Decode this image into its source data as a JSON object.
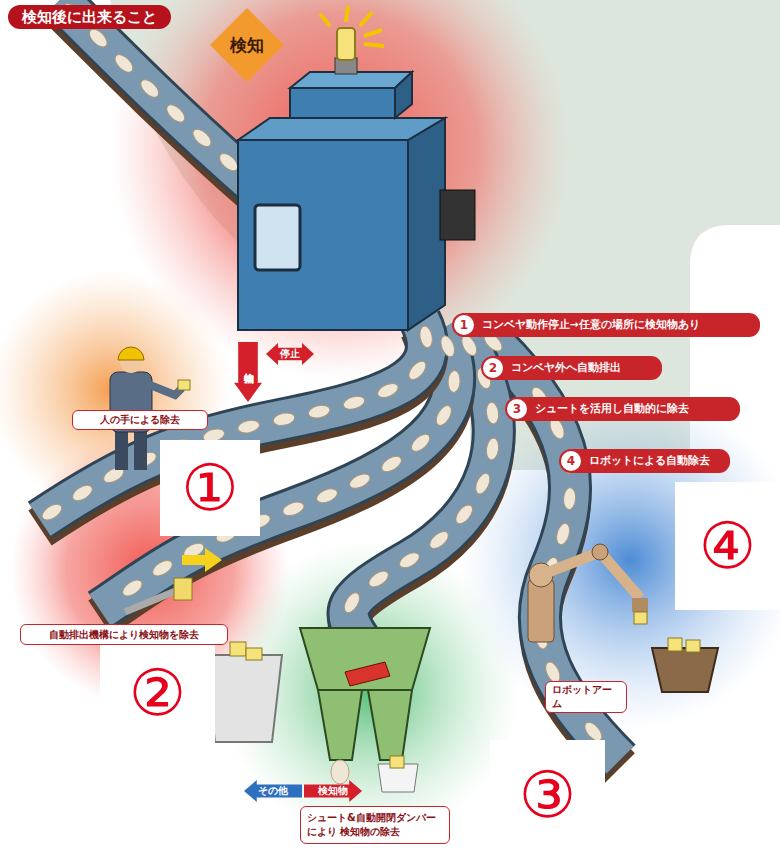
{
  "diagram": {
    "title": "検知後に出来ること",
    "nodes": [
      {
        "text": [
          "検知"
        ]
      },
      {
        "text": [
          "1",
          "コンベヤ動作停止→任意の場所に検知物あり"
        ]
      },
      {
        "text": [
          "2",
          "コンベヤ外へ自動排出"
        ]
      },
      {
        "text": [
          "3",
          "シュートを活用し自動的に除去"
        ]
      },
      {
        "text": [
          "4",
          "ロボットによる自動除去"
        ]
      },
      {
        "text": [
          "人の手による除去"
        ]
      },
      {
        "text": [
          "検知物"
        ]
      },
      {
        "text": [
          "停止"
        ]
      },
      {
        "text": [
          "①"
        ]
      },
      {
        "text": [
          "②"
        ]
      },
      {
        "text": [
          "③"
        ]
      },
      {
        "text": [
          "④"
        ]
      },
      {
        "text": [
          "自動排出機構により検知物を除去"
        ]
      },
      {
        "text": [
          "ロボットアーム"
        ]
      },
      {
        "text": [
          "その他"
        ]
      },
      {
        "text": [
          "検知物"
        ]
      },
      {
        "text": [
          "シュート&自動開閉ダンパーにより 検知物の除去"
        ]
      }
    ]
  }
}
